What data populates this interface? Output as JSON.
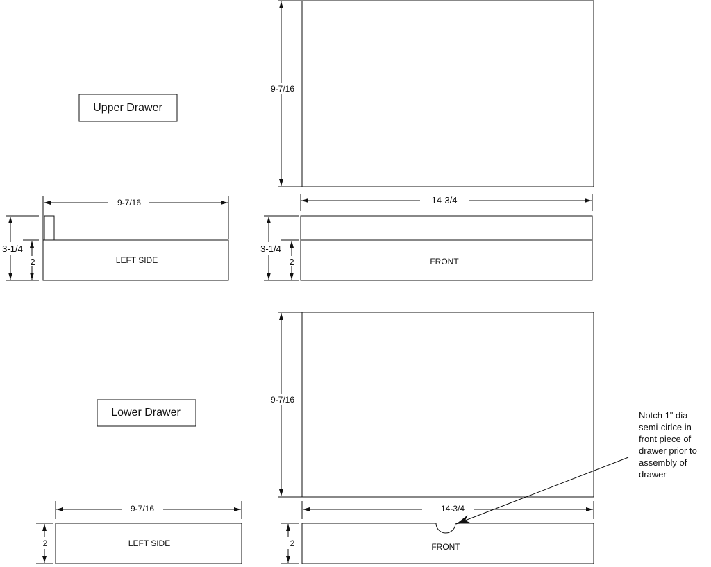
{
  "upper": {
    "title": "Upper Drawer",
    "bottom_depth": "9-7/16",
    "bottom_width": "14-3/4",
    "side_length": "9-7/16",
    "side_total_height": "3-1/4",
    "side_height": "2",
    "side_label": "LEFT SIDE",
    "front_total_height": "3-1/4",
    "front_height": "2",
    "front_label": "FRONT"
  },
  "lower": {
    "title": "Lower Drawer",
    "bottom_depth": "9-7/16",
    "bottom_width": "14-3/4",
    "side_length": "9-7/16",
    "side_height": "2",
    "side_label": "LEFT SIDE",
    "front_height": "2",
    "front_label": "FRONT",
    "note_lines": [
      "Notch 1\" dia",
      "semi-cirlce in",
      "front piece of",
      "drawer prior to",
      "assembly of",
      "drawer"
    ]
  }
}
